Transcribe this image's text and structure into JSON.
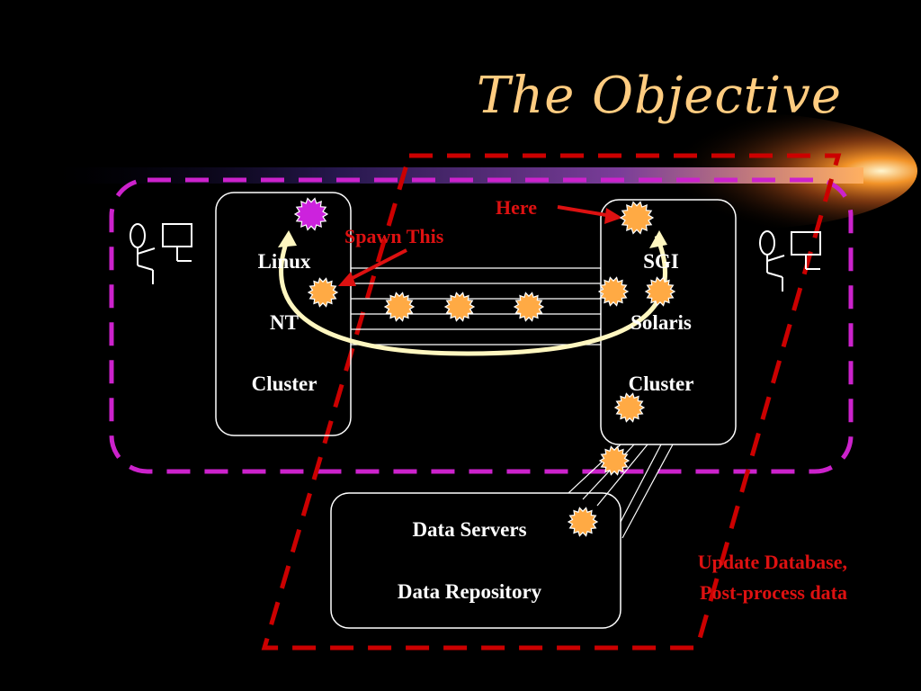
{
  "title": "The Objective",
  "left_cluster": {
    "line1": "Linux",
    "line2": "NT",
    "line3": "Cluster"
  },
  "right_cluster": {
    "line1": "SGI",
    "line2": "Solaris",
    "line3": "Cluster"
  },
  "data_box": {
    "line1": "Data Servers",
    "line2": "Data Repository"
  },
  "annotations": {
    "here": "Here",
    "spawn": "Spawn This",
    "update_line1": "Update Database,",
    "update_line2": "Post-process data"
  },
  "colors": {
    "background": "#000000",
    "title": "#ffcc80",
    "grid_boundary": "#cc22cc",
    "red_boundary": "#cc0000",
    "job": "#ffaa44",
    "spawned_job": "#cc22dd",
    "arc": "#fff7c0"
  },
  "icons": [
    "user-at-terminal-icon-left",
    "user-at-terminal-icon-right"
  ]
}
